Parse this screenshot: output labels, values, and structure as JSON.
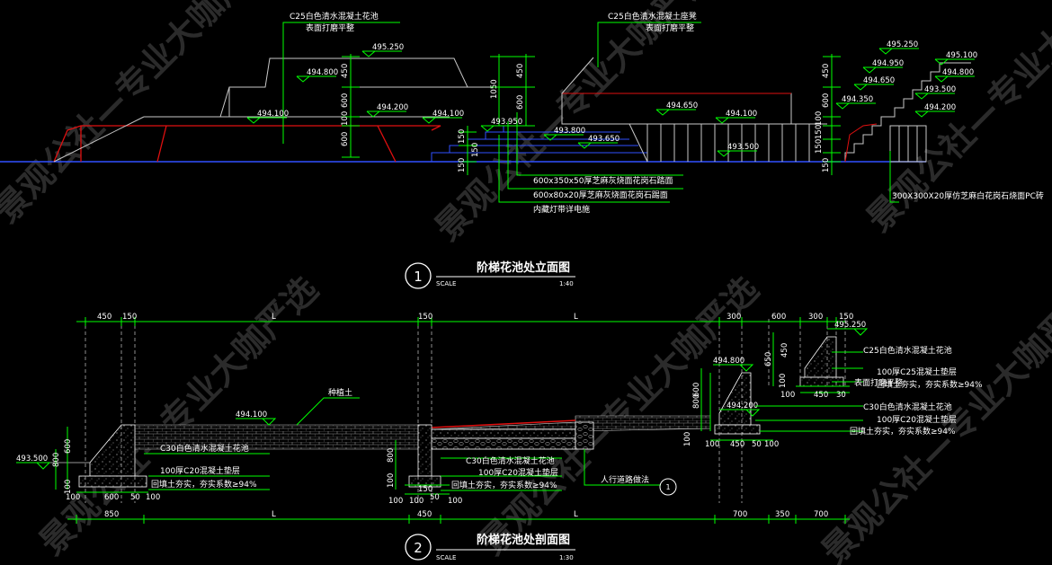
{
  "elevation": {
    "number": "1",
    "title": "阶梯花池处立面图",
    "scale_label": "SCALE",
    "scale_value": "1:40",
    "notes": {
      "pool_top": "C25白色清水混凝土花池",
      "pool_top_sub": "表面打磨平整",
      "bench": "C25白色清水混凝土座凳",
      "bench_sub": "表面打磨平整",
      "paving_1": "600x350x50厚芝麻灰烧面花岗石踏面",
      "paving_2": "600x80x20厚芝麻灰烧面花岗石踢面",
      "paving_3": "内藏灯带详电施",
      "right": "300X300X20厚仿芝麻白花岗石烧面PC砖"
    },
    "levels": {
      "a": "495.250",
      "b": "494.800",
      "c": "494.200",
      "d": "494.100",
      "e": "494.100",
      "f": "493.950",
      "g": "493.800",
      "h": "493.650",
      "i": "494.650",
      "j": "494.100",
      "k": "493.500",
      "r1": "495.250",
      "r2": "495.100",
      "r3": "494.950",
      "r4": "494.800",
      "r5": "494.650",
      "r6": "493.500",
      "r7": "494.350",
      "r8": "494.200"
    },
    "dims": {
      "v450": "450",
      "v600a": "600",
      "v100a": "100",
      "v600b": "600",
      "v1050": "1050",
      "v450b": "450",
      "v600c": "600",
      "s150a": "150",
      "s150b": "150",
      "s150c": "150",
      "r450": "450",
      "r600": "600",
      "r100": "100",
      "r150a": "150",
      "r150b": "150",
      "r150c": "150"
    }
  },
  "section": {
    "number": "2",
    "title": "阶梯花池处剖面图",
    "scale_label": "SCALE",
    "scale_value": "1:30",
    "notes": {
      "soil": "种植土",
      "left_pool": "C30白色清水混凝土花池",
      "left_cushion": "100厚C20混凝土垫层",
      "left_fill": "回填土夯实，夯实系数≥94%",
      "mid_pool": "C30白色清水混凝土花池",
      "mid_cushion": "100厚C20混凝土垫层",
      "mid_fill": "回填土夯实，夯实系数≥94%",
      "road": "人行道路做法",
      "road_ref": "1",
      "r1_pool": "C25白色清水混凝土花池",
      "r1_cushion": "100厚C25混凝土垫层",
      "r1_finish": "表面打磨平整",
      "r1_fill": "回填土夯实，夯实系数≥94%",
      "r2_pool": "C30白色清水混凝土花池",
      "r2_cushion": "100厚C20混凝土垫层",
      "r2_fill": "回填土夯实，夯实系数≥94%"
    },
    "levels": {
      "left": "493.500",
      "top": "494.100",
      "r_top": "495.250",
      "r_mid": "494.800",
      "r_low": "494.200"
    },
    "top_dims": {
      "a": "450",
      "b": "150",
      "c": "L",
      "d": "150",
      "e": "L",
      "f": "300",
      "g": "600",
      "h": "300",
      "i": "150"
    },
    "bot_dims": {
      "a": "850",
      "b": "L",
      "c": "450",
      "d": "L",
      "e": "700",
      "f": "350",
      "g": "700"
    },
    "small_dims": {
      "l600": "600",
      "l50": "50",
      "l100": "100",
      "l100b": "100",
      "lv600": "600",
      "lv800": "800",
      "lv100": "100",
      "m150": "150",
      "m50": "50",
      "m100a": "100",
      "m100b": "100",
      "m100c": "100",
      "mv800": "800",
      "mv100": "100",
      "r450": "450",
      "r50": "50",
      "r100": "100",
      "r100b": "100",
      "rv800": "800",
      "rv600": "600",
      "rv100": "100",
      "t450": "450",
      "t30": "30",
      "t100": "100",
      "tv650": "650",
      "tv450": "450",
      "tv100": "100"
    }
  },
  "watermark": "景观公社—专业大咖严选",
  "colors": {
    "background": "#000000",
    "line_white": "#ffffff",
    "line_green": "#00ff00",
    "line_red": "#e01010",
    "line_blue": "#3050ff",
    "hatch_grey": "#8c8c8c"
  }
}
